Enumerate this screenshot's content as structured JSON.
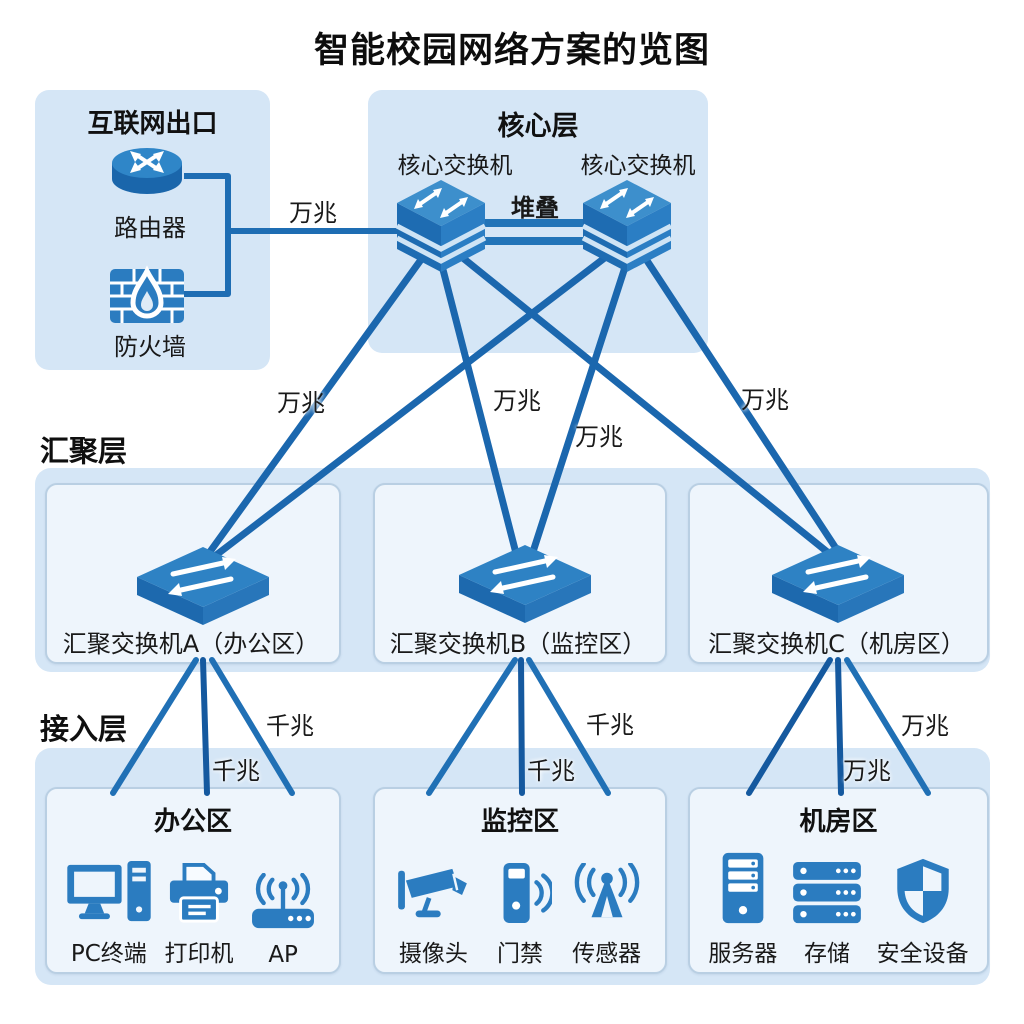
{
  "title": "智能校园网络方案的览图",
  "colors": {
    "line_blue": "#1e6db3",
    "line_dark": "#15599f",
    "panel_blue": "#d5e6f6",
    "inner_box": "#eef5fc",
    "icon_blue": "#2b7cc0"
  },
  "internet": {
    "title": "互联网出口",
    "devices": [
      {
        "label": "路由器",
        "icon": "router-icon"
      },
      {
        "label": "防火墙",
        "icon": "firewall-icon"
      }
    ]
  },
  "core": {
    "title": "核心层",
    "stack_label": "堆叠",
    "switches": [
      {
        "label": "核心交换机",
        "icon": "core-switch-icon"
      },
      {
        "label": "核心交换机",
        "icon": "core-switch-icon"
      }
    ]
  },
  "link_labels": {
    "internet_core": "万兆",
    "core_agg_1": "万兆",
    "core_agg_2": "万兆",
    "core_agg_3": "万兆",
    "core_agg_4": "万兆",
    "agg_a_outer": "千兆",
    "agg_a_inner": "千兆",
    "agg_b_outer": "千兆",
    "agg_b_inner": "千兆",
    "agg_c_outer": "万兆",
    "agg_c_inner": "万兆"
  },
  "aggregation": {
    "layer_label": "汇聚层",
    "switches": [
      {
        "label": "汇聚交换机A（办公区）",
        "icon": "agg-switch-icon"
      },
      {
        "label": "汇聚交换机B（监控区）",
        "icon": "agg-switch-icon"
      },
      {
        "label": "汇聚交换机C（机房区）",
        "icon": "agg-switch-icon"
      }
    ]
  },
  "access": {
    "layer_label": "接入层",
    "zones": [
      {
        "title": "办公区",
        "devices": [
          {
            "label": "PC终端",
            "icon": "pc-icon"
          },
          {
            "label": "打印机",
            "icon": "printer-icon"
          },
          {
            "label": "AP",
            "icon": "ap-icon"
          }
        ]
      },
      {
        "title": "监控区",
        "devices": [
          {
            "label": "摄像头",
            "icon": "camera-icon"
          },
          {
            "label": "门禁",
            "icon": "door-access-icon"
          },
          {
            "label": "传感器",
            "icon": "sensor-icon"
          }
        ]
      },
      {
        "title": "机房区",
        "devices": [
          {
            "label": "服务器",
            "icon": "server-icon"
          },
          {
            "label": "存储",
            "icon": "storage-icon"
          },
          {
            "label": "安全设备",
            "icon": "shield-icon"
          }
        ]
      }
    ]
  }
}
